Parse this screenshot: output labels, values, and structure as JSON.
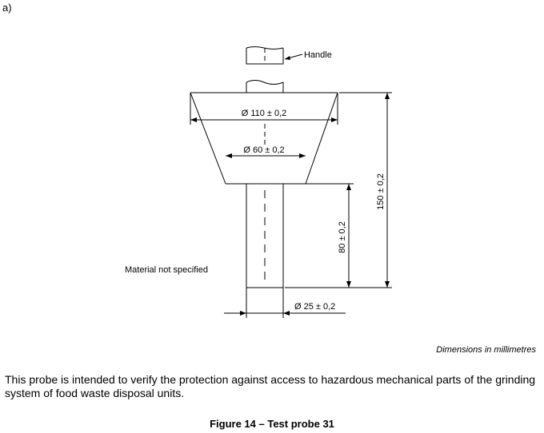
{
  "panel_label": "a)",
  "diagram": {
    "handle_label": "Handle",
    "dim_top_diameter": "Ø 110 ± 0,2",
    "dim_mid_diameter": "Ø 60 ± 0,2",
    "dim_shaft_diameter": "Ø 25 ± 0,2",
    "dim_shaft_length": "80 ± 0,2",
    "dim_total_length": "150 ± 0,2",
    "material_note": "Material not specified"
  },
  "units_note": "Dimensions in millimetres",
  "caption": "This probe is intended to verify the protection against access to hazardous mechanical parts of the grinding system of food waste disposal units.",
  "figure_title": "Figure 14 – Test probe 31"
}
